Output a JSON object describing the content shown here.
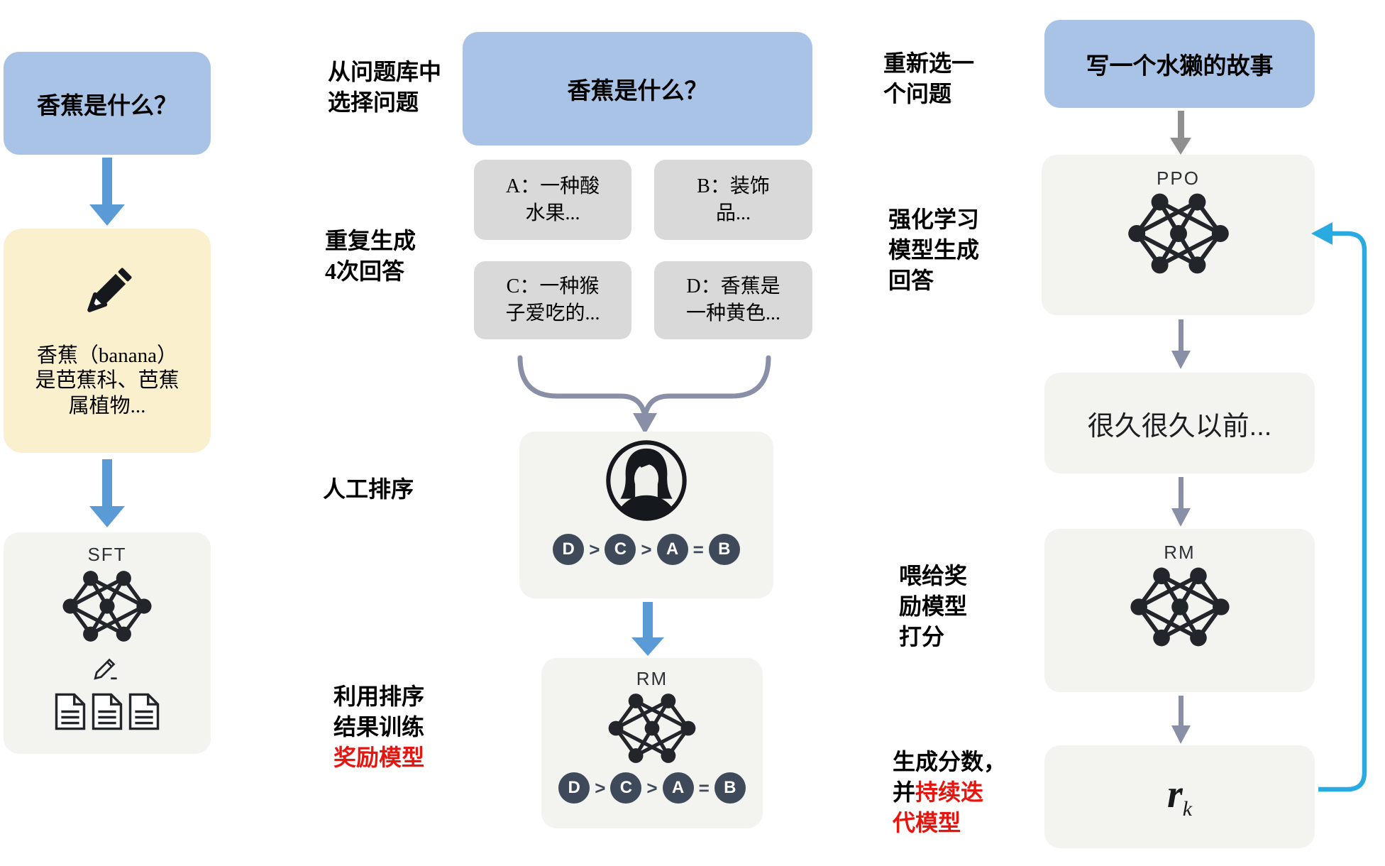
{
  "title": "RLHF training pipeline diagram",
  "colors": {
    "question_blue": "#a9c3e6",
    "demo_yellow": "#fbf0cd",
    "panel_gray": "#f3f3f0",
    "answer_gray": "#d9d9d9",
    "arrow_blue": "#5b9bd5",
    "arrow_slate": "#8a8fa8",
    "arrow_gray": "#8f8f8f",
    "loop_cyan": "#29abe2",
    "badge_dark": "#3e4a5a",
    "highlight_red": "#e8150f"
  },
  "icons": {
    "pencil_icon": "solid pencil (human demonstration)",
    "pencil_outline_icon": "writing pencil",
    "document_icon": "document sheet",
    "network_icon": "neural network",
    "avatar_icon": "human labeler"
  },
  "left": {
    "question": "香蕉是什么？",
    "demo_answer": "香蕉（banana）\n是芭蕉科、芭蕉\n属植物...",
    "model": "SFT"
  },
  "middle": {
    "step1_label": "从问题库中\n选择问题",
    "question": "香蕉是什么？",
    "step2_label": "重复生成\n4次回答",
    "answers": [
      "A：一种酸\n水果...",
      "B：装饰\n品...",
      "C：一种猴\n子爱吃的...",
      "D：香蕉是\n一种黄色..."
    ],
    "step3_label": "人工排序",
    "ranking": [
      "D",
      ">",
      "C",
      ">",
      "A",
      "=",
      "B"
    ],
    "model": "RM",
    "step4_label_black": "利用排序\n结果训练\n",
    "step4_label_red": "奖励模型"
  },
  "right": {
    "step1_label": "重新选一\n个问题",
    "question": "写一个水獭的故事",
    "step2_label": "强化学习\n模型生成\n回答",
    "model_ppo": "PPO",
    "response": "很久很久以前...",
    "step3_label": "喂给奖\n励模型\n打分",
    "model_rm": "RM",
    "score_r": "r",
    "score_k": "k",
    "step4_label_black": "生成分数，\n并",
    "step4_label_red": "持续迭\n代模型"
  }
}
